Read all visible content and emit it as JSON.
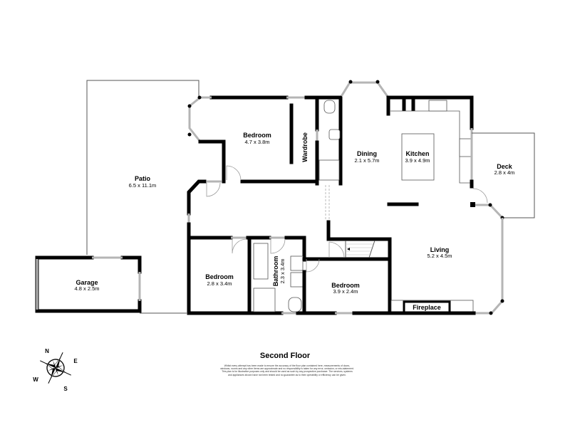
{
  "plan": {
    "floor_title": "Second Floor",
    "disclaimer": "Whilst every attempt has been made to ensure the accuracy of the floor plan contained here, measurements of doors, windows, rooms and any other items are approximate and no responsibility is taken for any error, omission, or mis-statement. This plan is for illustrative purposes only and should be used as such by any prospective purchaser. The services, systems and appliances shown have not been tested and no guarantee as to their operability or efficiency can be given.",
    "rooms": [
      {
        "id": "patio",
        "name": "Patio",
        "dims": "6.5 x 11.1m"
      },
      {
        "id": "bedroom1",
        "name": "Bedroom",
        "dims": "4.7 x 3.8m"
      },
      {
        "id": "wardrobe",
        "name": "Wardrobe",
        "dims": ""
      },
      {
        "id": "dining",
        "name": "Dining",
        "dims": "2.1 x 5.7m"
      },
      {
        "id": "kitchen",
        "name": "Kitchen",
        "dims": "3.9 x 4.9m"
      },
      {
        "id": "deck",
        "name": "Deck",
        "dims": "2.8 x 4m"
      },
      {
        "id": "living",
        "name": "Living",
        "dims": "5.2 x 4.5m"
      },
      {
        "id": "bedroom2",
        "name": "Bedroom",
        "dims": "2.8 x 3.4m"
      },
      {
        "id": "bathroom",
        "name": "Bathroom",
        "dims": "2.3 x 3.4m"
      },
      {
        "id": "bedroom3",
        "name": "Bedroom",
        "dims": "3.9 x 2.4m"
      },
      {
        "id": "garage",
        "name": "Garage",
        "dims": "4.8 x 2.5m"
      },
      {
        "id": "fireplace",
        "name": "Fireplace",
        "dims": ""
      }
    ],
    "compass": {
      "n": "N",
      "e": "E",
      "s": "S",
      "w": "W"
    }
  }
}
